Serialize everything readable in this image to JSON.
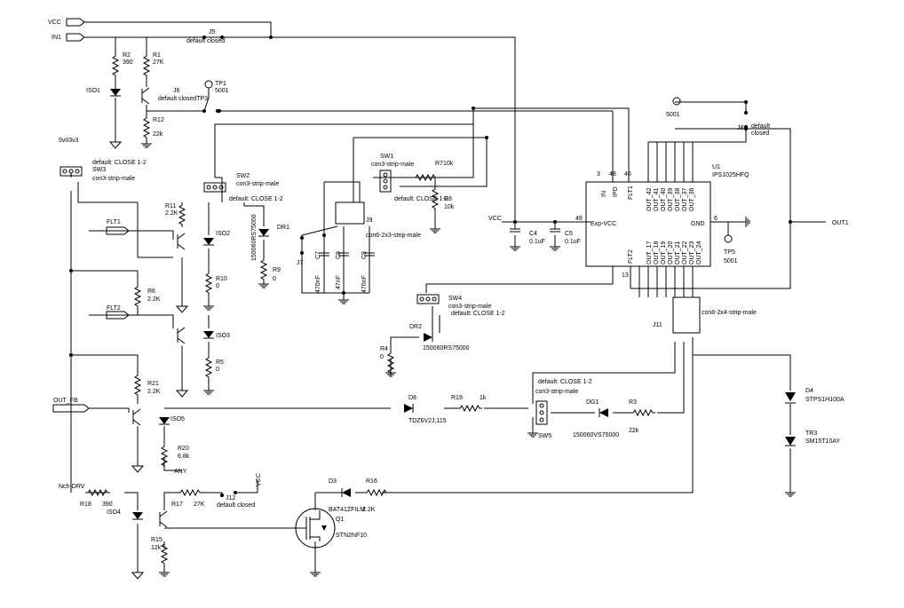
{
  "labels": {
    "vcc": "VCC",
    "in1": "IN1",
    "v5v3": "5v03v3",
    "flt1": "FLT1",
    "flt2": "FLT2",
    "out_fb": "OUT_FB",
    "nch_drv": "Nch-DRV",
    "out1": "OUT1"
  },
  "parts": {
    "r2": {
      "ref": "R2",
      "val": "390"
    },
    "r1": {
      "ref": "R1",
      "val": "27K"
    },
    "iso1": {
      "ref": "ISO1"
    },
    "r12": {
      "ref": "R12",
      "val": "22k"
    },
    "j5": {
      "ref": "J5",
      "note": "default closed"
    },
    "j6": {
      "ref": "J6",
      "note": "default closedTP3"
    },
    "tp1": {
      "ref": "TP1",
      "val": "5001"
    },
    "sw3": {
      "ref": "SW3",
      "type": "con3-strip-male",
      "note": "default: CLOSE 1-2"
    },
    "sw2": {
      "ref": "SW2",
      "type": "con3-strip-male",
      "note": "default: CLOSE 1-2"
    },
    "r11": {
      "ref": "R11",
      "val": "2.2K"
    },
    "iso2": {
      "ref": "ISO2"
    },
    "dr1": {
      "ref": "DR1",
      "val": "150060RS75000"
    },
    "r10": {
      "ref": "R10",
      "val": "0"
    },
    "r9": {
      "ref": "R9",
      "val": "0"
    },
    "r6": {
      "ref": "R6",
      "val": "2.2K"
    },
    "iso3": {
      "ref": "ISO3"
    },
    "r5": {
      "ref": "R5",
      "val": "0"
    },
    "r21": {
      "ref": "R21",
      "val": "2.2K"
    },
    "iso5": {
      "ref": "ISO5"
    },
    "r20": {
      "ref": "R20",
      "val": "6.8k",
      "note": "ANY"
    },
    "j7": {
      "ref": "J7"
    },
    "c7": {
      "ref": "C7",
      "val": "470nF"
    },
    "c8": {
      "ref": "C8",
      "val": "47nF"
    },
    "c9": {
      "ref": "C9",
      "val": "470nF"
    },
    "j9": {
      "ref": "J9",
      "type": "con6-2x3-strip-male"
    },
    "sw1": {
      "ref": "SW1",
      "type": "con3-strip-male",
      "note": "default: CLOSE 1-2"
    },
    "r7": {
      "ref": "R710k"
    },
    "r8": {
      "ref": "R8",
      "val": "10k"
    },
    "c4": {
      "ref": "C4",
      "val": "0.1uF"
    },
    "c5": {
      "ref": "C5",
      "val": "0.1uF"
    },
    "sw4": {
      "ref": "SW4",
      "type": "con3-strip-male",
      "note": "default: CLOSE 1-2"
    },
    "dr2": {
      "ref": "DR2",
      "val": "150060RS75000"
    },
    "r4": {
      "ref": "R4",
      "val": "0"
    },
    "d8": {
      "ref": "D8",
      "val": "TDZ6V2J,115"
    },
    "r19": {
      "ref": "R19",
      "val": "1k"
    },
    "sw5": {
      "ref": "SW5",
      "type": "con3-strip-male",
      "note": "default: CLOSE 1-2"
    },
    "dg1": {
      "ref": "DG1",
      "val": "150060VS75000"
    },
    "r3": {
      "ref": "R3",
      "val": "22k"
    },
    "j11": {
      "ref": "J11",
      "type": "con8-2x4-strip-male"
    },
    "d4": {
      "ref": "D4",
      "val": "STPS1H100A"
    },
    "tr3": {
      "ref": "TR3",
      "val": "SM15T10AY"
    },
    "r18": {
      "ref": "R18",
      "val": "390"
    },
    "iso4": {
      "ref": "ISO4"
    },
    "r17": {
      "ref": "R17",
      "val": "27K"
    },
    "j12": {
      "ref": "J12",
      "note": "default closed"
    },
    "r15": {
      "ref": "R15",
      "val": "12k"
    },
    "d3": {
      "ref": "D3",
      "val": "BAT41ZFILM"
    },
    "r16": {
      "ref": "R16",
      "val": "2.2K"
    },
    "q1": {
      "ref": "Q1",
      "val": "STN2NF10"
    },
    "tp5": {
      "ref": "TP5",
      "val": "5001"
    },
    "tp_top": {
      "val": "5001"
    },
    "j8": {
      "ref": "J8",
      "note1": "default",
      "note2": "closed"
    },
    "u1": {
      "ref": "U1",
      "val": "IPS1025HFQ"
    }
  },
  "ic": {
    "in": "IN",
    "ipd": "IPD",
    "flt1": "FLT1",
    "flt2": "FLT2",
    "exp_vcc": "Exp-VCC",
    "gnd": "GND",
    "p49": "49",
    "p6": "6",
    "p3": "3",
    "p48": "48",
    "p46": "46",
    "p13": "13",
    "out42": "OUT_42",
    "out41": "OUT_41",
    "out40": "OUT_40",
    "out39": "OUT_39",
    "out38": "OUT_38",
    "out37": "OUT_37",
    "out36": "OUT_36",
    "out17": "OUT_17",
    "out18": "OUT_18",
    "out19": "OUT_19",
    "out20": "OUT_20",
    "out21": "OUT_21",
    "out22": "OUT_22",
    "out23": "OUT_23",
    "out24": "OUT_24"
  }
}
